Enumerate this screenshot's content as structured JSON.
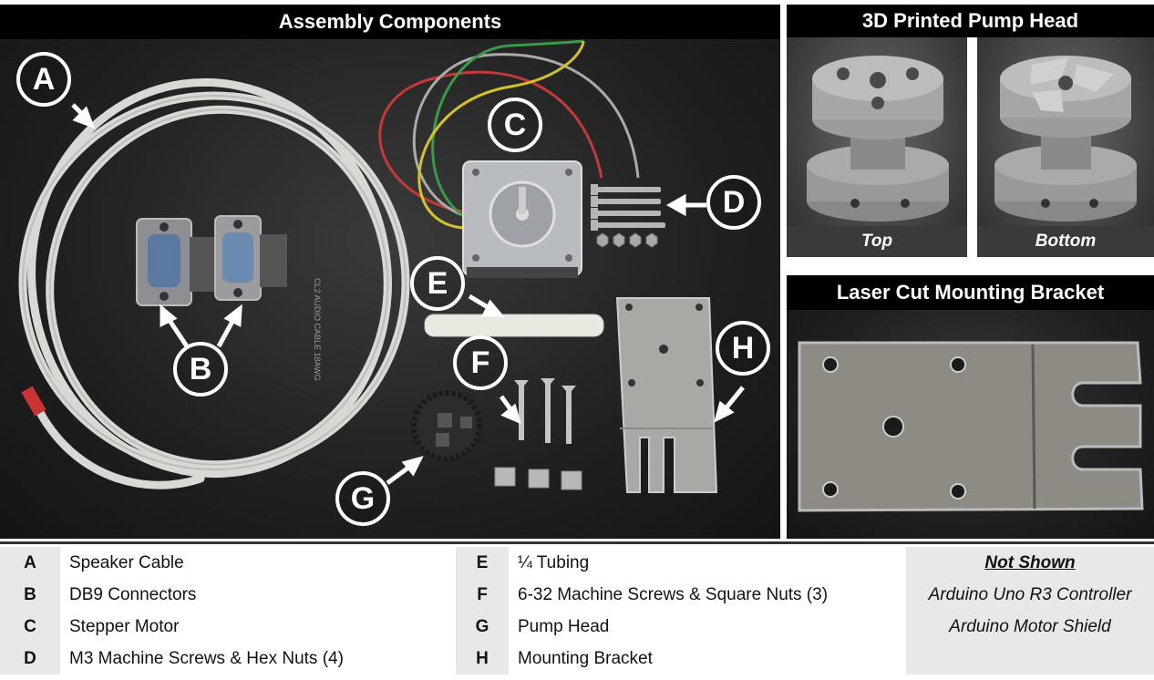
{
  "panels": {
    "assembly": {
      "title": "Assembly Components"
    },
    "pump_head": {
      "title": "3D Printed Pump Head",
      "captions": [
        "Top",
        "Bottom"
      ]
    },
    "bracket": {
      "title": "Laser Cut Mounting Bracket"
    }
  },
  "callouts": [
    "A",
    "B",
    "C",
    "D",
    "E",
    "F",
    "G",
    "H"
  ],
  "cable_print": "CL2 AUDIO CABLE 18AWG",
  "legend": {
    "left": [
      {
        "letter": "A",
        "label": "Speaker Cable"
      },
      {
        "letter": "B",
        "label": "DB9 Connectors"
      },
      {
        "letter": "C",
        "label": "Stepper Motor"
      },
      {
        "letter": "D",
        "label": "M3 Machine Screws & Hex Nuts (4)"
      }
    ],
    "right": [
      {
        "letter": "E",
        "label": "¼ Tubing"
      },
      {
        "letter": "F",
        "label": "6-32 Machine Screws & Square Nuts (3)"
      },
      {
        "letter": "G",
        "label": "Pump Head"
      },
      {
        "letter": "H",
        "label": "Mounting Bracket"
      }
    ],
    "not_shown": {
      "heading": "Not Shown",
      "items": [
        "Arduino Uno R3 Controller",
        "Arduino Motor Shield"
      ]
    }
  }
}
